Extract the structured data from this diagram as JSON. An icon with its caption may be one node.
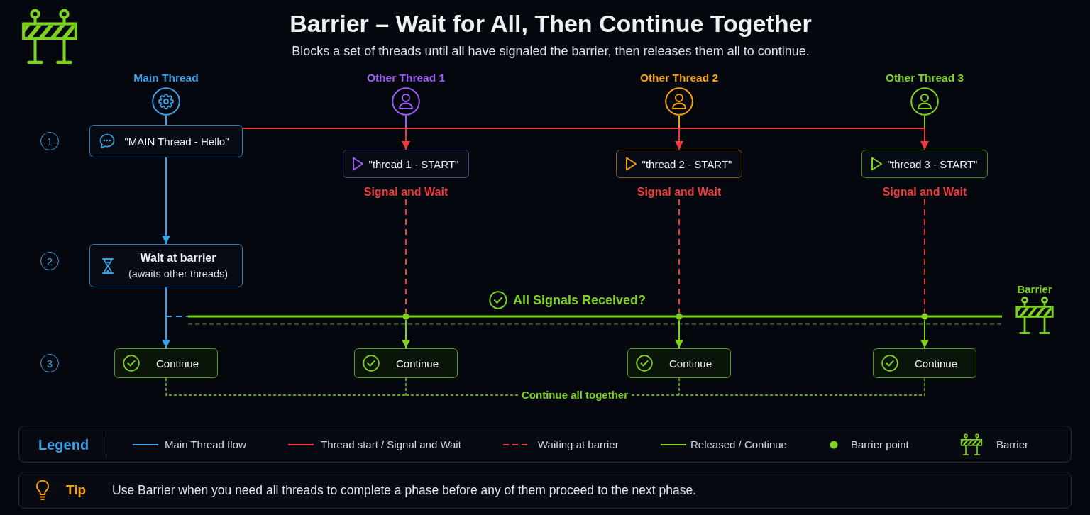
{
  "diagram": {
    "title": "**Barrier** – Wait for All, Then Continue Together",
    "caption": "Blocks a set of threads until all have signaled the barrier, then releases them all to continue.",
    "nodes": [
      {
        "text": [
          "Main Thread"
        ]
      },
      {
        "text": [
          "Other Thread 1"
        ]
      },
      {
        "text": [
          "Other Thread 2"
        ]
      },
      {
        "text": [
          "Other Thread 3"
        ]
      },
      {
        "text": [
          "1"
        ]
      },
      {
        "text": [
          "\"MAIN Thread - Hello\""
        ]
      },
      {
        "text": [
          "\"thread 1 - START\""
        ],
        "beside": [
          "Signal and Wait"
        ]
      },
      {
        "text": [
          "\"thread 2 - START\""
        ],
        "beside": [
          "Signal and Wait"
        ]
      },
      {
        "text": [
          "\"thread 3 - START\""
        ],
        "beside": [
          "Signal and Wait"
        ]
      },
      {
        "text": [
          "2"
        ]
      },
      {
        "text": [
          "Wait at barrier",
          "(awaits other threads)"
        ]
      },
      {
        "text": [],
        "shape": "bar",
        "beside": [
          "All Signals Received?"
        ]
      },
      {
        "text": [
          "3"
        ]
      },
      {
        "text": [
          "Continue"
        ]
      },
      {
        "text": [
          "Continue"
        ]
      },
      {
        "text": [
          "Continue"
        ]
      },
      {
        "text": [
          "Continue"
        ]
      },
      {
        "text": [
          "Continue all together"
        ]
      },
      {
        "text": [
          "Tip",
          "Use Barrier when you need all threads to complete a phase before any of them proceed to the next phase."
        ]
      }
    ],
    "edges": [
      {
        "from": 0,
        "to": 5,
        "arrow": "none",
        "color": "#3aa0e8"
      },
      {
        "from": 1,
        "to": null,
        "arrow": "none",
        "color": "#9d5cf5"
      },
      {
        "from": 2,
        "to": null,
        "arrow": "none",
        "color": "#f5a00b"
      },
      {
        "from": 3,
        "to": null,
        "arrow": "none",
        "color": "#7ed321"
      },
      {
        "from": 5,
        "to": 6,
        "arrow": "to",
        "color": "#f23a3a"
      },
      {
        "from": 5,
        "to": 7,
        "arrow": "to",
        "color": "#f23a3a"
      },
      {
        "from": 5,
        "to": 8,
        "arrow": "to",
        "color": "#f23a3a"
      },
      {
        "from": 5,
        "to": 10,
        "arrow": "to",
        "color": "#3aa0e8"
      },
      {
        "from": 6,
        "to": 11,
        "arrow": "none",
        "style": "dashed",
        "color": "#f23a3a"
      },
      {
        "from": 7,
        "to": 11,
        "arrow": "none",
        "style": "dashed",
        "color": "#f23a3a"
      },
      {
        "from": 8,
        "to": 11,
        "arrow": "none",
        "style": "dashed",
        "color": "#f23a3a"
      },
      {
        "from": null,
        "to": 11,
        "arrow": "none",
        "style": "dashed",
        "color": "#3aa0e8"
      },
      {
        "from": 10,
        "to": 13,
        "arrow": "to",
        "color": "#3aa0e8"
      },
      {
        "from": 11,
        "to": 14,
        "arrow": "to",
        "color": "#7ed321"
      },
      {
        "from": 11,
        "to": 15,
        "arrow": "to",
        "color": "#7ed321"
      },
      {
        "from": 11,
        "to": 16,
        "arrow": "to",
        "color": "#7ed321"
      },
      {
        "from": 13,
        "to": 17,
        "arrow": "none",
        "style": "dashed",
        "color": "#7ed321"
      },
      {
        "from": 14,
        "to": 17,
        "arrow": "none",
        "style": "dashed",
        "color": "#7ed321"
      },
      {
        "from": 15,
        "to": 17,
        "arrow": "none",
        "style": "dashed",
        "color": "#7ed321"
      },
      {
        "from": 16,
        "to": 17,
        "arrow": "none",
        "style": "dashed",
        "color": "#7ed321"
      }
    ],
    "labels": [
      "Barrier",
      "Legend"
    ],
    "legend": [
      {
        "text": "Main Thread flow"
      },
      {
        "text": "Thread start / Signal and Wait"
      },
      {
        "text": "Waiting at barrier"
      },
      {
        "text": "Released / Continue"
      },
      {
        "text": "Barrier point",
        "color": "#7ed321"
      },
      {
        "text": "Barrier"
      }
    ]
  }
}
